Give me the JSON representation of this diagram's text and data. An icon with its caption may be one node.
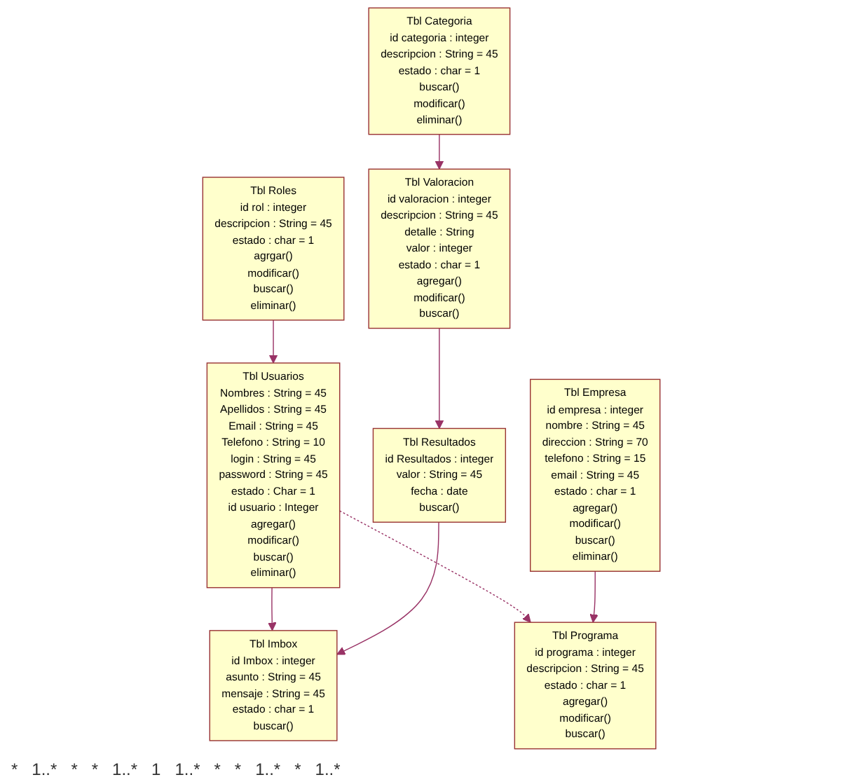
{
  "diagram": {
    "nodes": [
      {
        "text": [
          "Tbl Usuarios",
          "Nombres : String = 45",
          "Apellidos : String = 45",
          "Email : String = 45",
          "Telefono : String = 10",
          "login : String = 45",
          "password : String = 45",
          "estado : Char = 1",
          "id usuario : Integer",
          "agregar()",
          "modificar()",
          "buscar()",
          "eliminar()"
        ]
      },
      {
        "text": [
          "Tbl Programa",
          "id programa : integer",
          "descripcion : String = 45",
          "estado : char = 1",
          "agregar()",
          "modificar()",
          "buscar()"
        ]
      },
      {
        "text": [
          "Tbl Empresa",
          "id empresa : integer",
          "nombre : String = 45",
          "direccion : String = 70",
          "telefono : String = 15",
          "email : String = 45",
          "estado : char = 1",
          "agregar()",
          "modificar()",
          "buscar()",
          "eliminar()"
        ]
      },
      {
        "text": [
          "Tbl Categoria",
          "id categoria : integer",
          "descripcion : String = 45",
          "estado : char = 1",
          "buscar()",
          "modificar()",
          "eliminar()"
        ]
      },
      {
        "text": [
          "Tbl Valoracion",
          "id valoracion : integer",
          "descripcion : String = 45",
          "detalle : String",
          "valor : integer",
          "estado : char = 1",
          "agregar()",
          "modificar()",
          "buscar()"
        ]
      },
      {
        "text": [
          "Tbl Roles",
          "id rol : integer",
          "descripcion : String = 45",
          "estado : char = 1",
          "agrgar()",
          "modificar()",
          "buscar()",
          "eliminar()"
        ]
      },
      {
        "text": [
          "Tbl Imbox",
          "id Imbox : integer",
          "asunto : String = 45",
          "mensaje : String = 45",
          "estado : char = 1",
          "buscar()"
        ]
      },
      {
        "text": [
          "Tbl Resultados",
          "id Resultados : integer",
          "valor : String = 45",
          "fecha : date",
          "buscar()"
        ]
      }
    ],
    "edges": [
      {
        "from": 0,
        "to": 1,
        "arrow": "to",
        "style": "dashed"
      },
      {
        "from": 2,
        "to": 1,
        "arrow": "to"
      },
      {
        "from": 0,
        "to": 6,
        "arrow": "to"
      },
      {
        "from": 5,
        "to": 0,
        "arrow": "to"
      },
      {
        "from": 3,
        "to": 4,
        "arrow": "to"
      },
      {
        "from": 4,
        "to": 7,
        "arrow": "to"
      },
      {
        "from": 7,
        "to": 6,
        "arrow": "to"
      }
    ],
    "labels": [
      "*",
      "1..*",
      "*",
      "*",
      "1..*",
      "1",
      "1..*",
      "*",
      "*",
      "1..*",
      "*",
      "1..*"
    ]
  }
}
